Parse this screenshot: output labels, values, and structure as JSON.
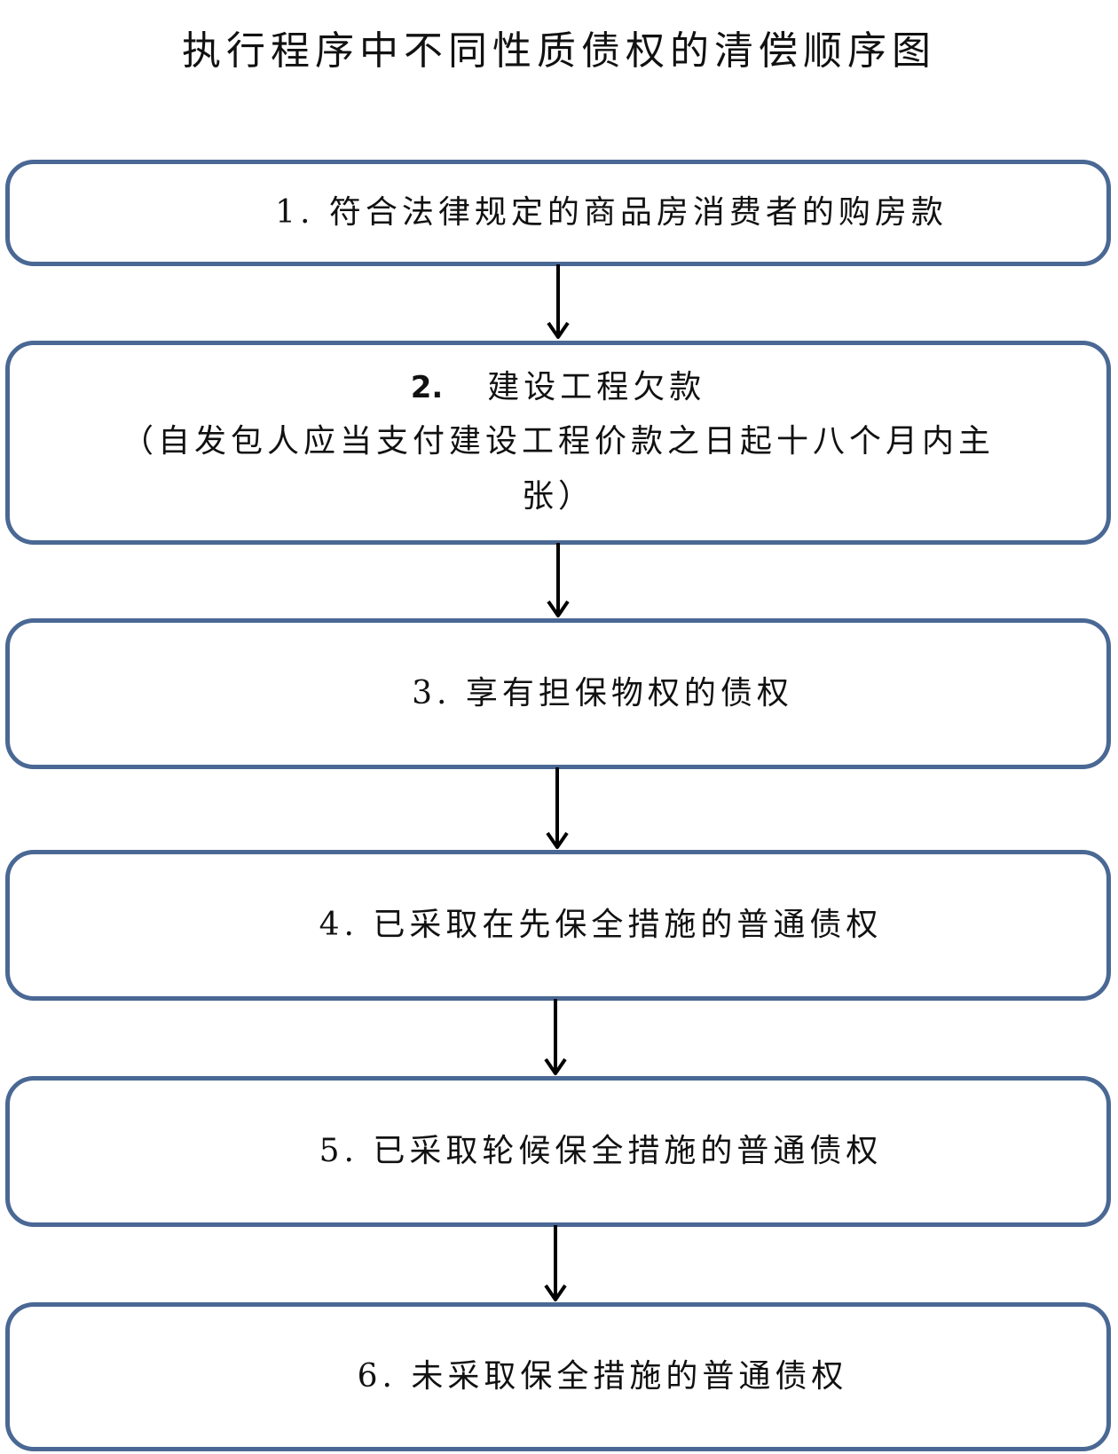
{
  "title": "执行程序中不同性质债权的清偿顺序图",
  "steps": [
    {
      "text": "1. 符合法律规定的商品房消费者的购房款"
    },
    {
      "number": "2.",
      "text": "建设工程欠款",
      "note": "（自发包人应当支付建设工程价款之日起十八个月内主张）"
    },
    {
      "text": "3. 享有担保物权的债权"
    },
    {
      "text": "4. 已采取在先保全措施的普通债权"
    },
    {
      "text": "5. 已采取轮候保全措施的普通债权"
    },
    {
      "text": "6. 未采取保全措施的普通债权"
    }
  ],
  "colors": {
    "box_border": "#4a6894",
    "arrow": "#000000"
  }
}
